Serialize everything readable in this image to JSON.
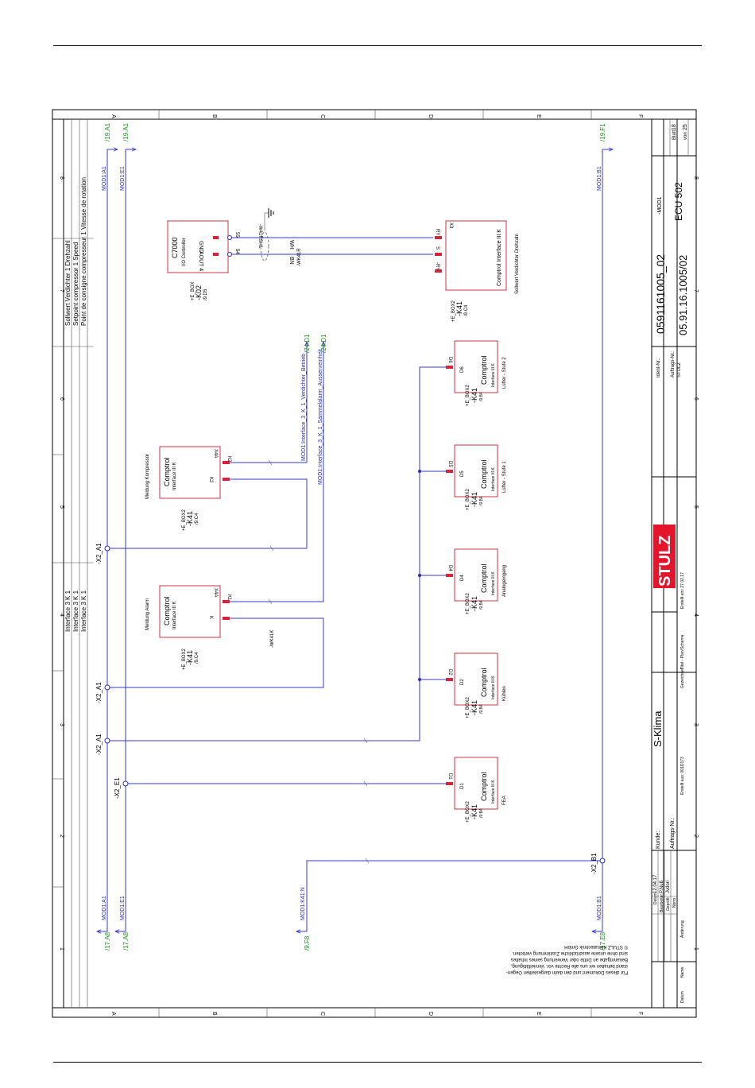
{
  "page": {
    "brand": "STULZ"
  },
  "grid": {
    "rows": [
      "A",
      "B",
      "C",
      "D",
      "E",
      "F"
    ],
    "cols": [
      "1",
      "2",
      "3",
      "4",
      "5",
      "6",
      "7",
      "8"
    ]
  },
  "header_left": {
    "lines": [
      "Interface 3 K 1",
      "Interface 3 K 1",
      "Interface 3 K 1"
    ]
  },
  "header_right": {
    "lines": [
      "Sollwert Verdichter 1 Drehzahl",
      "Setpoint compressor 1 Speed",
      "Point de consigne compresseur 1 Vitesse de rotation"
    ]
  },
  "refs": {
    "a1_top": "/19.A1",
    "e1_top": "/19.A1",
    "b1_top": "/19.F1",
    "a1_bot": "/17.A8",
    "e1_bot": "/17.A8",
    "b1_bot": "/17.E8",
    "n_bot": "/9.F8",
    "r24_1": "/24.D1",
    "r24_2": "/24.D1"
  },
  "nets": {
    "mod1_a1": "MOD1:A1",
    "mod1_e1": "MOD1:E1",
    "mod1_b1": "MOD1:B1",
    "mod1_k41n": "MOD1:K41:N",
    "iface_betrieb": "MOD1:Interface_3_K_1_Verdichter_Betrieb",
    "iface_sammel": "MOD1:Interface_3_K_1_Sammelalarm_Aussenreinheit"
  },
  "terminals": {
    "x2_a1": "-X2_A1",
    "x2_e1": "-X2_E1",
    "x2_b1": "-X2_B1"
  },
  "c7000": {
    "name": "C7000",
    "sub": "I/O Controller",
    "p1": "+E_BOX",
    "p2": "-K02",
    "p3": "/9.D5",
    "gnd": "GND",
    "aout": "AOUT 4",
    "t55": "55",
    "t54": "54"
  },
  "cable": {
    "shield": "-W41RSH1",
    "wh": "WH",
    "bn": "BN",
    "wk": "-WK41R"
  },
  "k41_main": {
    "p1": "+E_BOX2",
    "p2": "-K41",
    "p3": "/9.C4",
    "x3": "X3",
    "ry1": "RY",
    "s": "S",
    "ry2": "-RY",
    "title": "Comptrol Interface III K",
    "caption": "Sollwert Verdichter Drehzahl"
  },
  "module_common": {
    "name": "Comptrol",
    "sub": "Interface III K",
    "p1": "+E_BOX2",
    "p2": "-K41",
    "p3": "/9.B4"
  },
  "modules": [
    {
      "pin": "D1",
      "caption": "FEA"
    },
    {
      "pin": "D2",
      "caption": "Kühlen"
    },
    {
      "pin": "D4",
      "caption": "Analogeingang"
    },
    {
      "pin": "D5",
      "caption": "Lüfter - Stufe 1"
    },
    {
      "pin": "D6",
      "caption": "Lüfter - Stufe 2"
    }
  ],
  "m_alarm": {
    "title": "Meldung Alarm",
    "name": "Comptrol",
    "sub": "Interface III K",
    "p1": "+E_BOX2",
    "p2": "-K41",
    "p3": "/9.C4",
    "k1": "K1",
    "k": "K",
    "x4a": "X4A",
    "cable": "-WK41K"
  },
  "m_komp": {
    "title": "Meldung Kompressor",
    "name": "Comptrol",
    "sub": "Interface III K",
    "p1": "+E_BOX2",
    "p2": "-K41",
    "p3": "/9.C4",
    "k2": "K2",
    "k": "K2",
    "x4a": "X4A"
  },
  "title_block": {
    "kunde_label": "Kunde:",
    "kunde": "S-Klima",
    "auftrag_label": "Auftrags-Nr.:",
    "ident_label": "Ident-Nr.:",
    "ident": "0591161005_02",
    "auftrag_nr_label": "Auftrags-Nr.:",
    "auftrag_nr": "05.91.16.1005/02",
    "stulz_small": "STULZ",
    "product": "ECU 502",
    "mod": "-MOD1",
    "blatt_label": "Blatt",
    "blatt": "18",
    "von_label": "von",
    "von": "25",
    "datum_label": "Datum",
    "datum": "12.04.17",
    "bearb_label": "Bearbeiter",
    "bearb": "P.Nuß",
    "gepr_label": "Geprüft",
    "gepr": "Jvdori",
    "norm_label": "Norm",
    "aend_label": "Änderung",
    "datum2_label": "Datum",
    "name_label": "Name",
    "erstellt": "Erstellt aus: 001D173",
    "gezeichnet": "Gezeichnet",
    "erstellt_am": "Erstellt am: 27.02.17",
    "titel": "Titel - Plan/Schema",
    "copyright": [
      "Für dieses Dokument und den darin dargestellten Gegen-",
      "stand behalten wir uns alle Rechte vor. Vervielfältigung,",
      "Bekanntgabe an Dritte oder Verwertung seines Inhaltes",
      "sind ohne unsere ausdrückliche Zustimmung verboten.",
      "© STULZ Klimatechnik GmbH"
    ]
  }
}
